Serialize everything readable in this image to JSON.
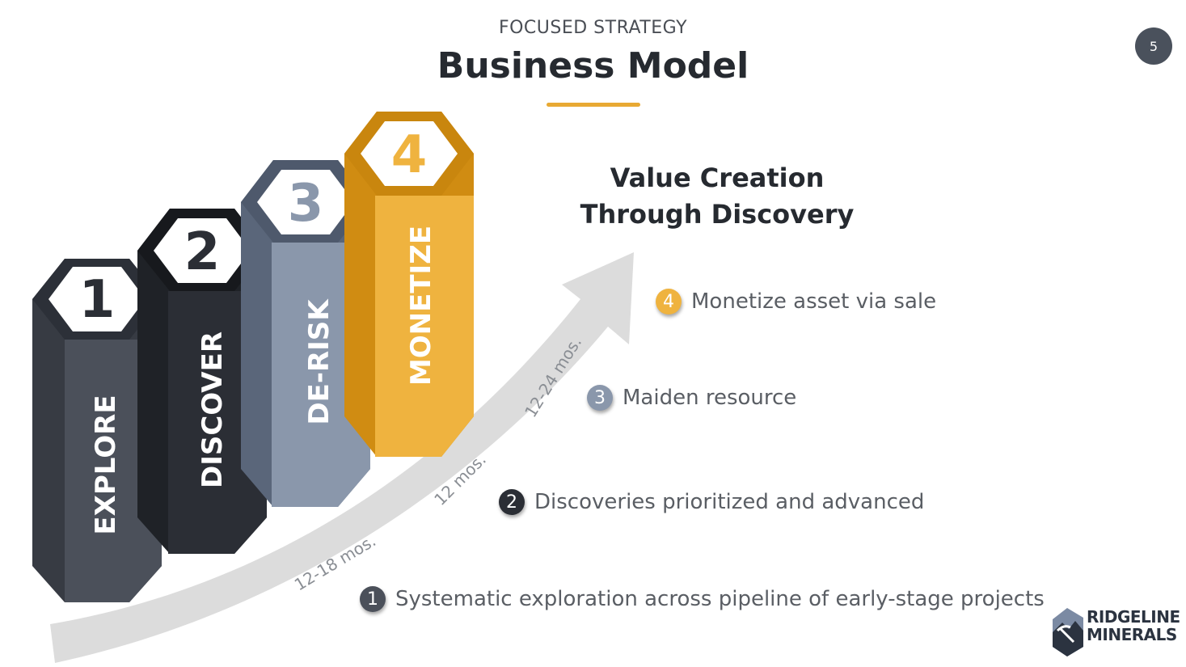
{
  "header": {
    "subtitle": "FOCUSED STRATEGY",
    "title": "Business Model",
    "page_number": "5"
  },
  "colors": {
    "accent": "#e8a933",
    "explore_body": "#4b505a",
    "discover_body": "#2b2e35",
    "derisk_body": "#8a97ab",
    "monetize_body": "#efb33f",
    "arrow": "#dcdcdc"
  },
  "stages": [
    {
      "number": "1",
      "label": "EXPLORE"
    },
    {
      "number": "2",
      "label": "DISCOVER"
    },
    {
      "number": "3",
      "label": "DE-RISK"
    },
    {
      "number": "4",
      "label": "MONETIZE"
    }
  ],
  "arrow": {
    "labels": [
      "12-18 mos.",
      "12 mos.",
      "12-24 mos."
    ]
  },
  "value_heading": {
    "line1": "Value Creation",
    "line2": "Through Discovery"
  },
  "milestones": [
    {
      "number": "4",
      "text": "Monetize asset via sale",
      "color": "#efb33f"
    },
    {
      "number": "3",
      "text": "Maiden resource",
      "color": "#8a97ab"
    },
    {
      "number": "2",
      "text": "Discoveries prioritized and advanced",
      "color": "#2b2e35"
    },
    {
      "number": "1",
      "text": "Systematic exploration across pipeline of early-stage projects",
      "color": "#4b505a"
    }
  ],
  "logo": {
    "line1": "RIDGELINE",
    "line2": "MINERALS"
  }
}
